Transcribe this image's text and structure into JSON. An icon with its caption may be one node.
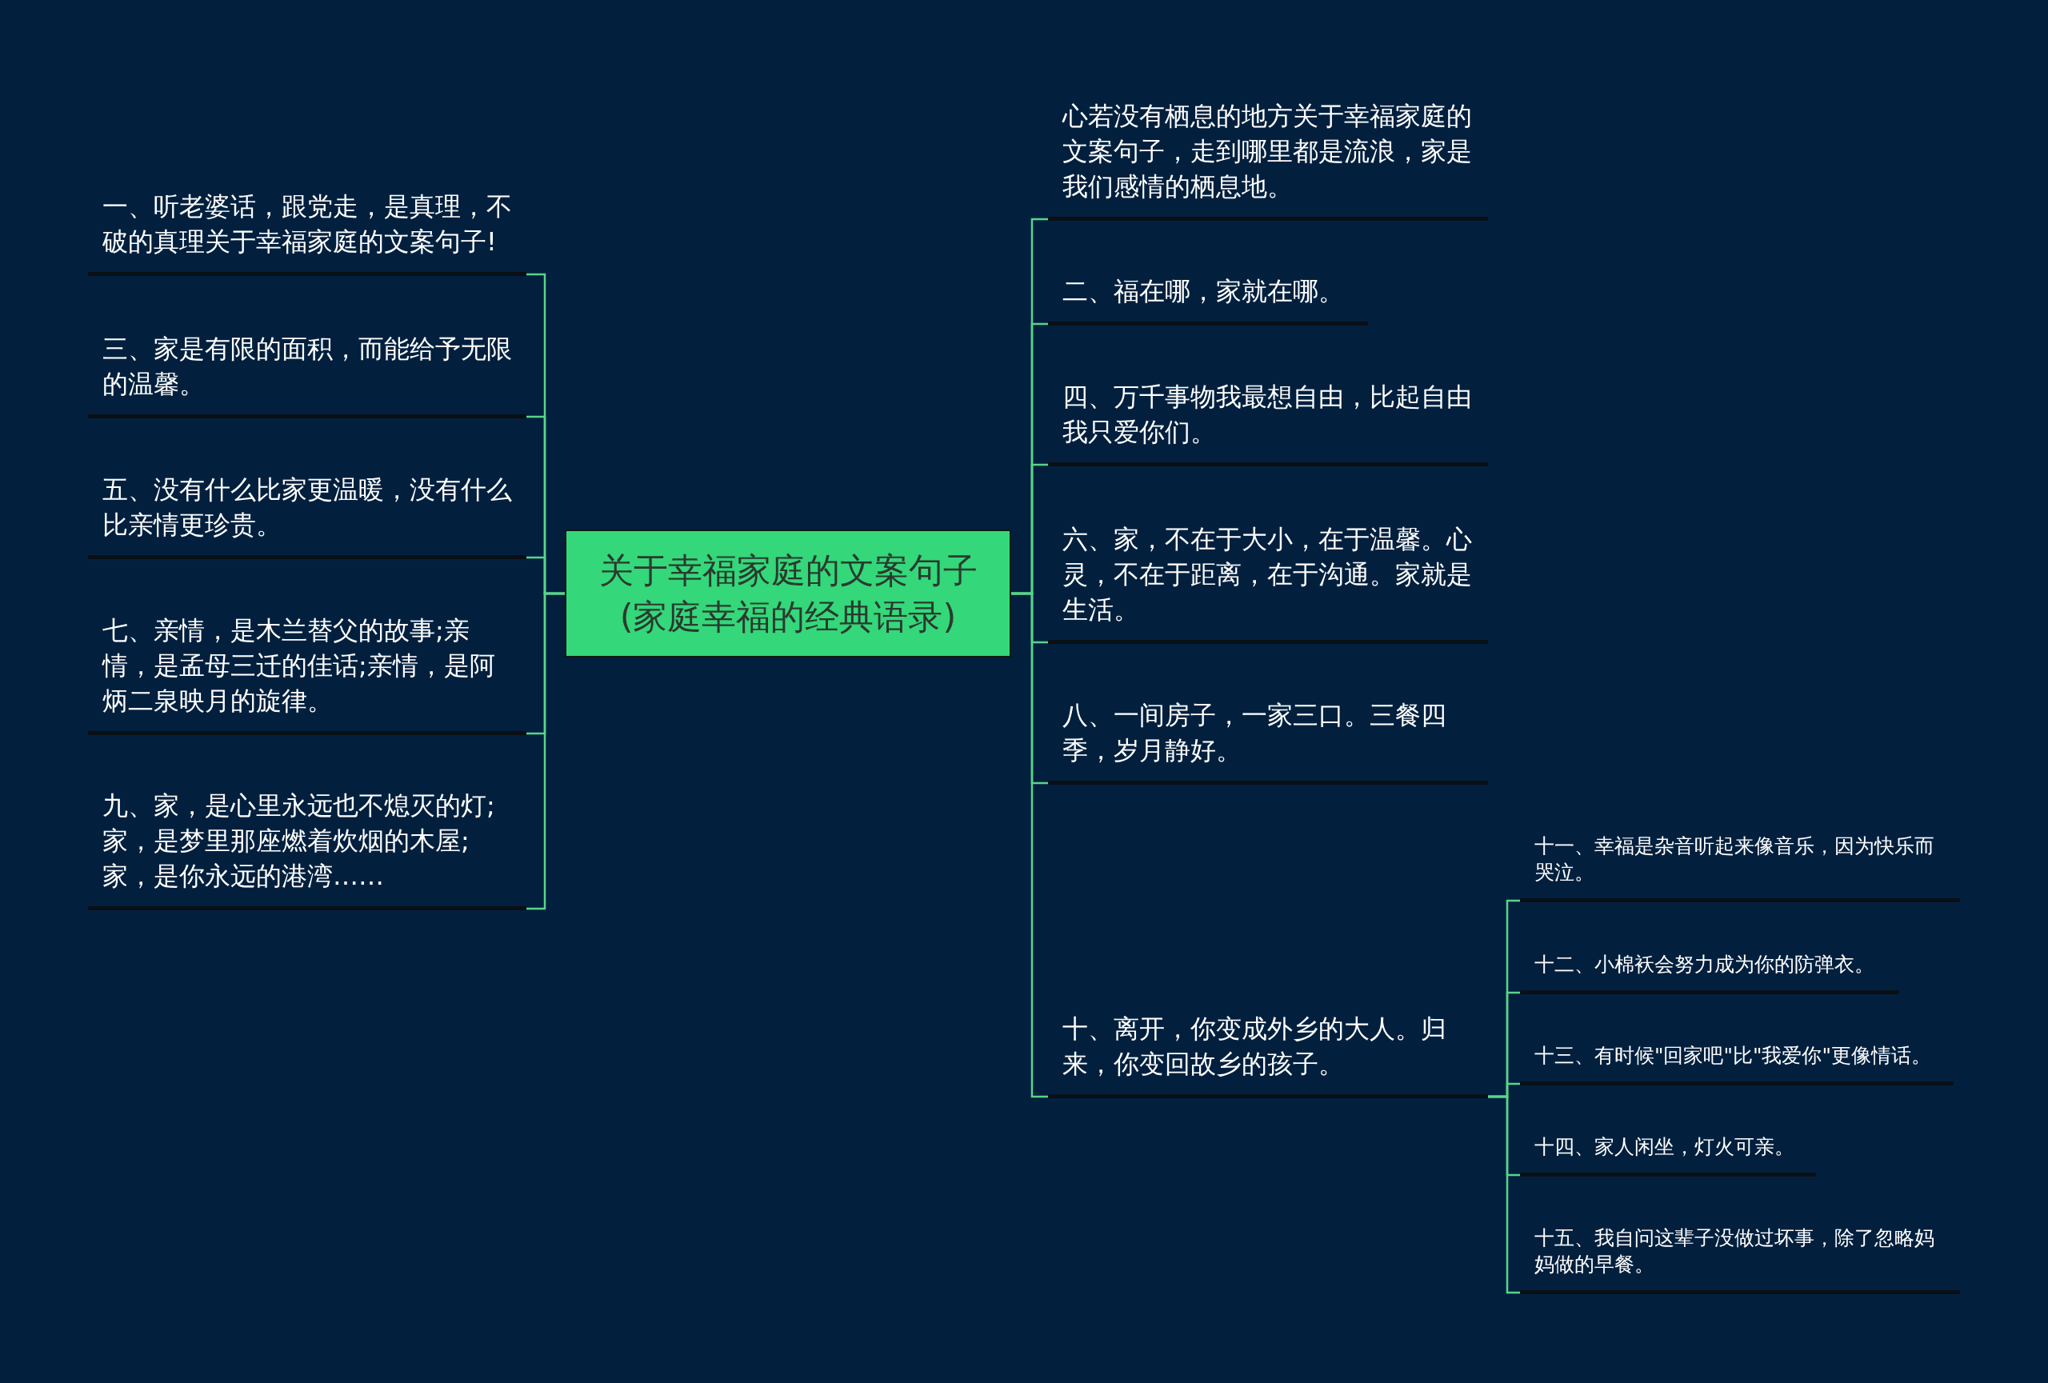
{
  "diagram": {
    "nodes": [
      {
        "text": [
          "关于幸福家庭的文案句子(家庭幸福的经典语录)"
        ]
      },
      {
        "text": [
          "一、听老婆话，跟党走，是真理，不破的真理关于幸福家庭的文案句子!"
        ]
      },
      {
        "text": [
          "三、家是有限的面积，而能给予无限的温馨。"
        ]
      },
      {
        "text": [
          "五、没有什么比家更温暖，没有什么比亲情更珍贵。"
        ]
      },
      {
        "text": [
          "七、亲情，是木兰替父的故事;亲情，是孟母三迁的佳话;亲情，是阿炳二泉映月的旋律。"
        ]
      },
      {
        "text": [
          "九、家，是心里永远也不熄灭的灯;家，是梦里那座燃着炊烟的木屋;家，是你永远的港湾……"
        ]
      },
      {
        "text": [
          "心若没有栖息的地方关于幸福家庭的文案句子，走到哪里都是流浪，家是我们感情的栖息地。"
        ]
      },
      {
        "text": [
          "二、福在哪，家就在哪。"
        ]
      },
      {
        "text": [
          "四、万千事物我最想自由，比起自由我只爱你们。"
        ]
      },
      {
        "text": [
          "六、家，不在于大小，在于温馨。心灵，不在于距离，在于沟通。家就是生活。"
        ]
      },
      {
        "text": [
          "八、一间房子，一家三口。三餐四季，岁月静好。"
        ]
      },
      {
        "text": [
          "十、离开，你变成外乡的大人。归来，你变回故乡的孩子。"
        ]
      },
      {
        "text": [
          "十一、幸福是杂音听起来像音乐，因为快乐而哭泣。"
        ]
      },
      {
        "text": [
          "十二、小棉袄会努力成为你的防弹衣。"
        ]
      },
      {
        "text": [
          "十三、有时候\"回家吧\"比\"我爱你\"更像情话。"
        ]
      },
      {
        "text": [
          "十四、家人闲坐，灯火可亲。"
        ]
      },
      {
        "text": [
          "十五、我自问这辈子没做过坏事，除了忽略妈妈做的早餐。"
        ]
      }
    ],
    "edges": [
      {
        "from": 0,
        "to": 1,
        "arrow": "none"
      },
      {
        "from": 0,
        "to": 2,
        "arrow": "none"
      },
      {
        "from": 0,
        "to": 3,
        "arrow": "none"
      },
      {
        "from": 0,
        "to": 4,
        "arrow": "none"
      },
      {
        "from": 0,
        "to": 5,
        "arrow": "none"
      },
      {
        "from": 0,
        "to": 6,
        "arrow": "none"
      },
      {
        "from": 0,
        "to": 7,
        "arrow": "none"
      },
      {
        "from": 0,
        "to": 8,
        "arrow": "none"
      },
      {
        "from": 0,
        "to": 9,
        "arrow": "none"
      },
      {
        "from": 0,
        "to": 10,
        "arrow": "none"
      },
      {
        "from": 0,
        "to": 11,
        "arrow": "none"
      },
      {
        "from": 11,
        "to": 12,
        "arrow": "none"
      },
      {
        "from": 11,
        "to": 13,
        "arrow": "none"
      },
      {
        "from": 11,
        "to": 14,
        "arrow": "none"
      },
      {
        "from": 11,
        "to": 15,
        "arrow": "none"
      },
      {
        "from": 11,
        "to": 16,
        "arrow": "none"
      }
    ]
  }
}
